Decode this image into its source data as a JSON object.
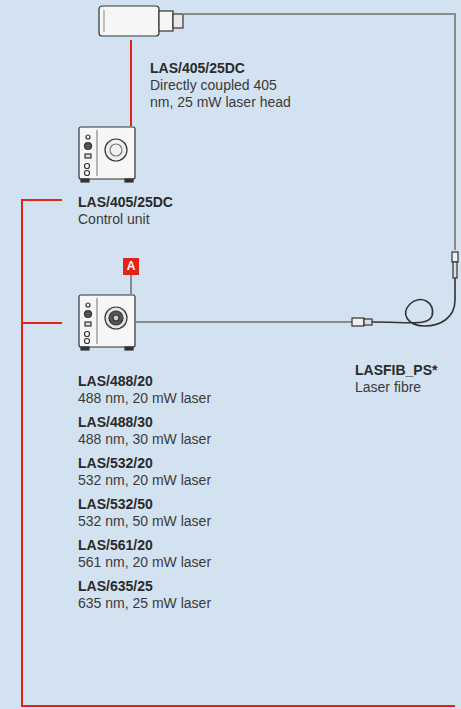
{
  "diagram": {
    "nodes": [
      {
        "text": [
          "LAS/405/25DC",
          "Directly coupled 405 nm, 25 mW laser head"
        ]
      },
      {
        "text": [
          "LAS/405/25DC",
          "Control unit"
        ]
      },
      {
        "text": [
          "A"
        ]
      },
      {
        "text": [
          "LAS/488/20",
          "488 nm, 20 mW laser",
          "LAS/488/30",
          "488 nm, 30 mW laser",
          "LAS/532/20",
          "532 nm, 20 mW laser",
          "LAS/532/50",
          "532 nm, 50 mW laser",
          "LAS/561/20",
          "561 nm, 20 mW laser",
          "LAS/635/25",
          "635 nm, 25 mW laser"
        ]
      },
      {
        "text": [
          "LASFIB_PS*",
          "Laser fibre"
        ]
      }
    ],
    "edges": [
      {
        "from": 0,
        "to": 1,
        "arrow": "none"
      },
      {
        "from": 0,
        "to": 4,
        "arrow": "none"
      },
      {
        "from": 1,
        "to": 3,
        "arrow": "none"
      },
      {
        "from": 2,
        "to": 3,
        "arrow": "none"
      },
      {
        "from": 3,
        "to": 4,
        "arrow": "none"
      }
    ]
  }
}
